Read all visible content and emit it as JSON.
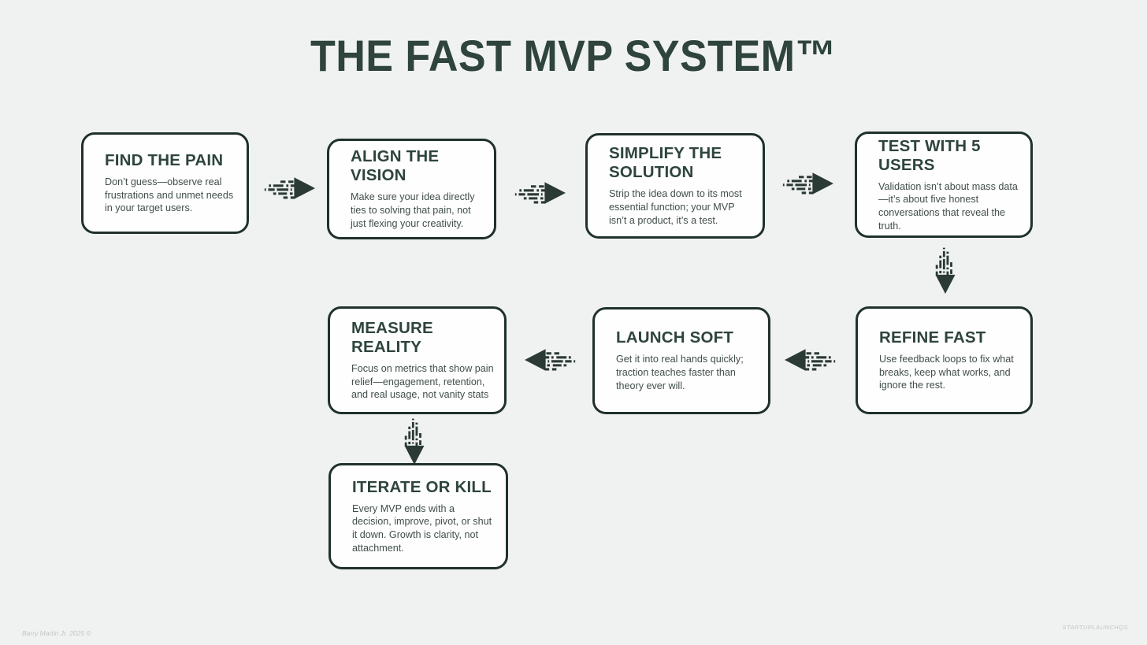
{
  "page": {
    "title": "THE FAST MVP SYSTEM™",
    "footer_left": "Barry Martin Jr. 2025 ©",
    "footer_right": "STARTUPLAUNCHQS"
  },
  "colors": {
    "background": "#f0f2f1",
    "box_fill": "#fdfefd",
    "box_border": "#20312b",
    "heading_text": "#2e443c",
    "body_text": "#414e49",
    "arrow": "#2b3a34",
    "footer_text": "#c2c6c5"
  },
  "steps": [
    {
      "title": "FIND THE PAIN",
      "description": "Don’t guess—observe real frustrations and unmet needs in your target users."
    },
    {
      "title": "ALIGN THE VISION",
      "description": "Make sure your idea directly ties to solving that pain, not just flexing your creativity."
    },
    {
      "title": "SIMPLIFY THE SOLUTION",
      "description": "Strip the idea down to its most essential function; your MVP isn’t a product, it’s a test."
    },
    {
      "title": "TEST WITH 5 USERS",
      "description": "Validation isn’t about mass data—it’s about five honest conversations that reveal the truth."
    },
    {
      "title": "REFINE FAST",
      "description": "Use feedback loops to fix what breaks, keep what works, and ignore the rest."
    },
    {
      "title": "LAUNCH SOFT",
      "description": "Get it into real hands quickly; traction teaches faster than theory ever will."
    },
    {
      "title": "MEASURE REALITY",
      "description": "Focus on metrics that show pain relief—engagement, retention, and real usage, not vanity stats"
    },
    {
      "title": "ITERATE OR KILL",
      "description": "Every MVP ends with a decision, improve, pivot, or shut it down. Growth is clarity, not attachment."
    }
  ]
}
